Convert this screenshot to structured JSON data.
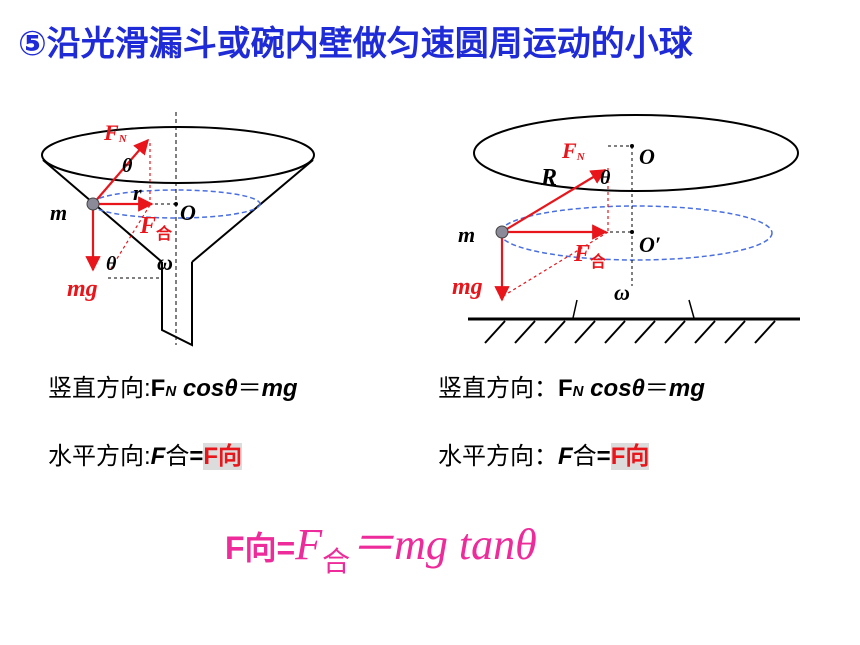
{
  "title": "⑤沿光滑漏斗或碗内壁做匀速圆周运动的小球",
  "left_figure": {
    "labels": {
      "fn": "F",
      "fn_sub": "N",
      "theta_top": "θ",
      "r": "r",
      "o": "O",
      "m": "m",
      "f_he": "F",
      "f_he_sub": "合",
      "theta_bottom": "θ",
      "omega": "ω",
      "mg": "mg"
    }
  },
  "right_figure": {
    "labels": {
      "fn": "F",
      "fn_sub": "N",
      "o": "O",
      "R": "R",
      "theta": "θ",
      "m": "m",
      "f_he": "F",
      "f_he_sub": "合",
      "o_prime": "O′",
      "mg": "mg",
      "omega": "ω"
    }
  },
  "equations": {
    "left_vertical": {
      "prefix": "竖直方向:",
      "f": "F",
      "n": "N",
      "rest": " cosθ",
      "eq": "＝",
      "rhs": "mg"
    },
    "right_vertical": {
      "prefix": "竖直方向：",
      "f": "F",
      "n": "N",
      "rest": " cosθ",
      "eq": "＝",
      "rhs": "mg"
    },
    "left_horizontal": {
      "prefix": "水平方向:",
      "f": "F",
      "he": "合",
      "eq": "=",
      "rhs": "F向"
    },
    "right_horizontal": {
      "prefix": "水平方向：",
      "f": "F",
      "he": "合",
      "eq": "=",
      "rhs": "F向"
    }
  },
  "final_equation": {
    "lhs": "F向=",
    "f": "F",
    "sub": "合",
    "rhs": "＝mg tanθ"
  },
  "colors": {
    "title": "#1f2bd6",
    "force": "#e8151b",
    "dashed_circle": "#4a6fe0",
    "final": "#ee2b9a"
  }
}
